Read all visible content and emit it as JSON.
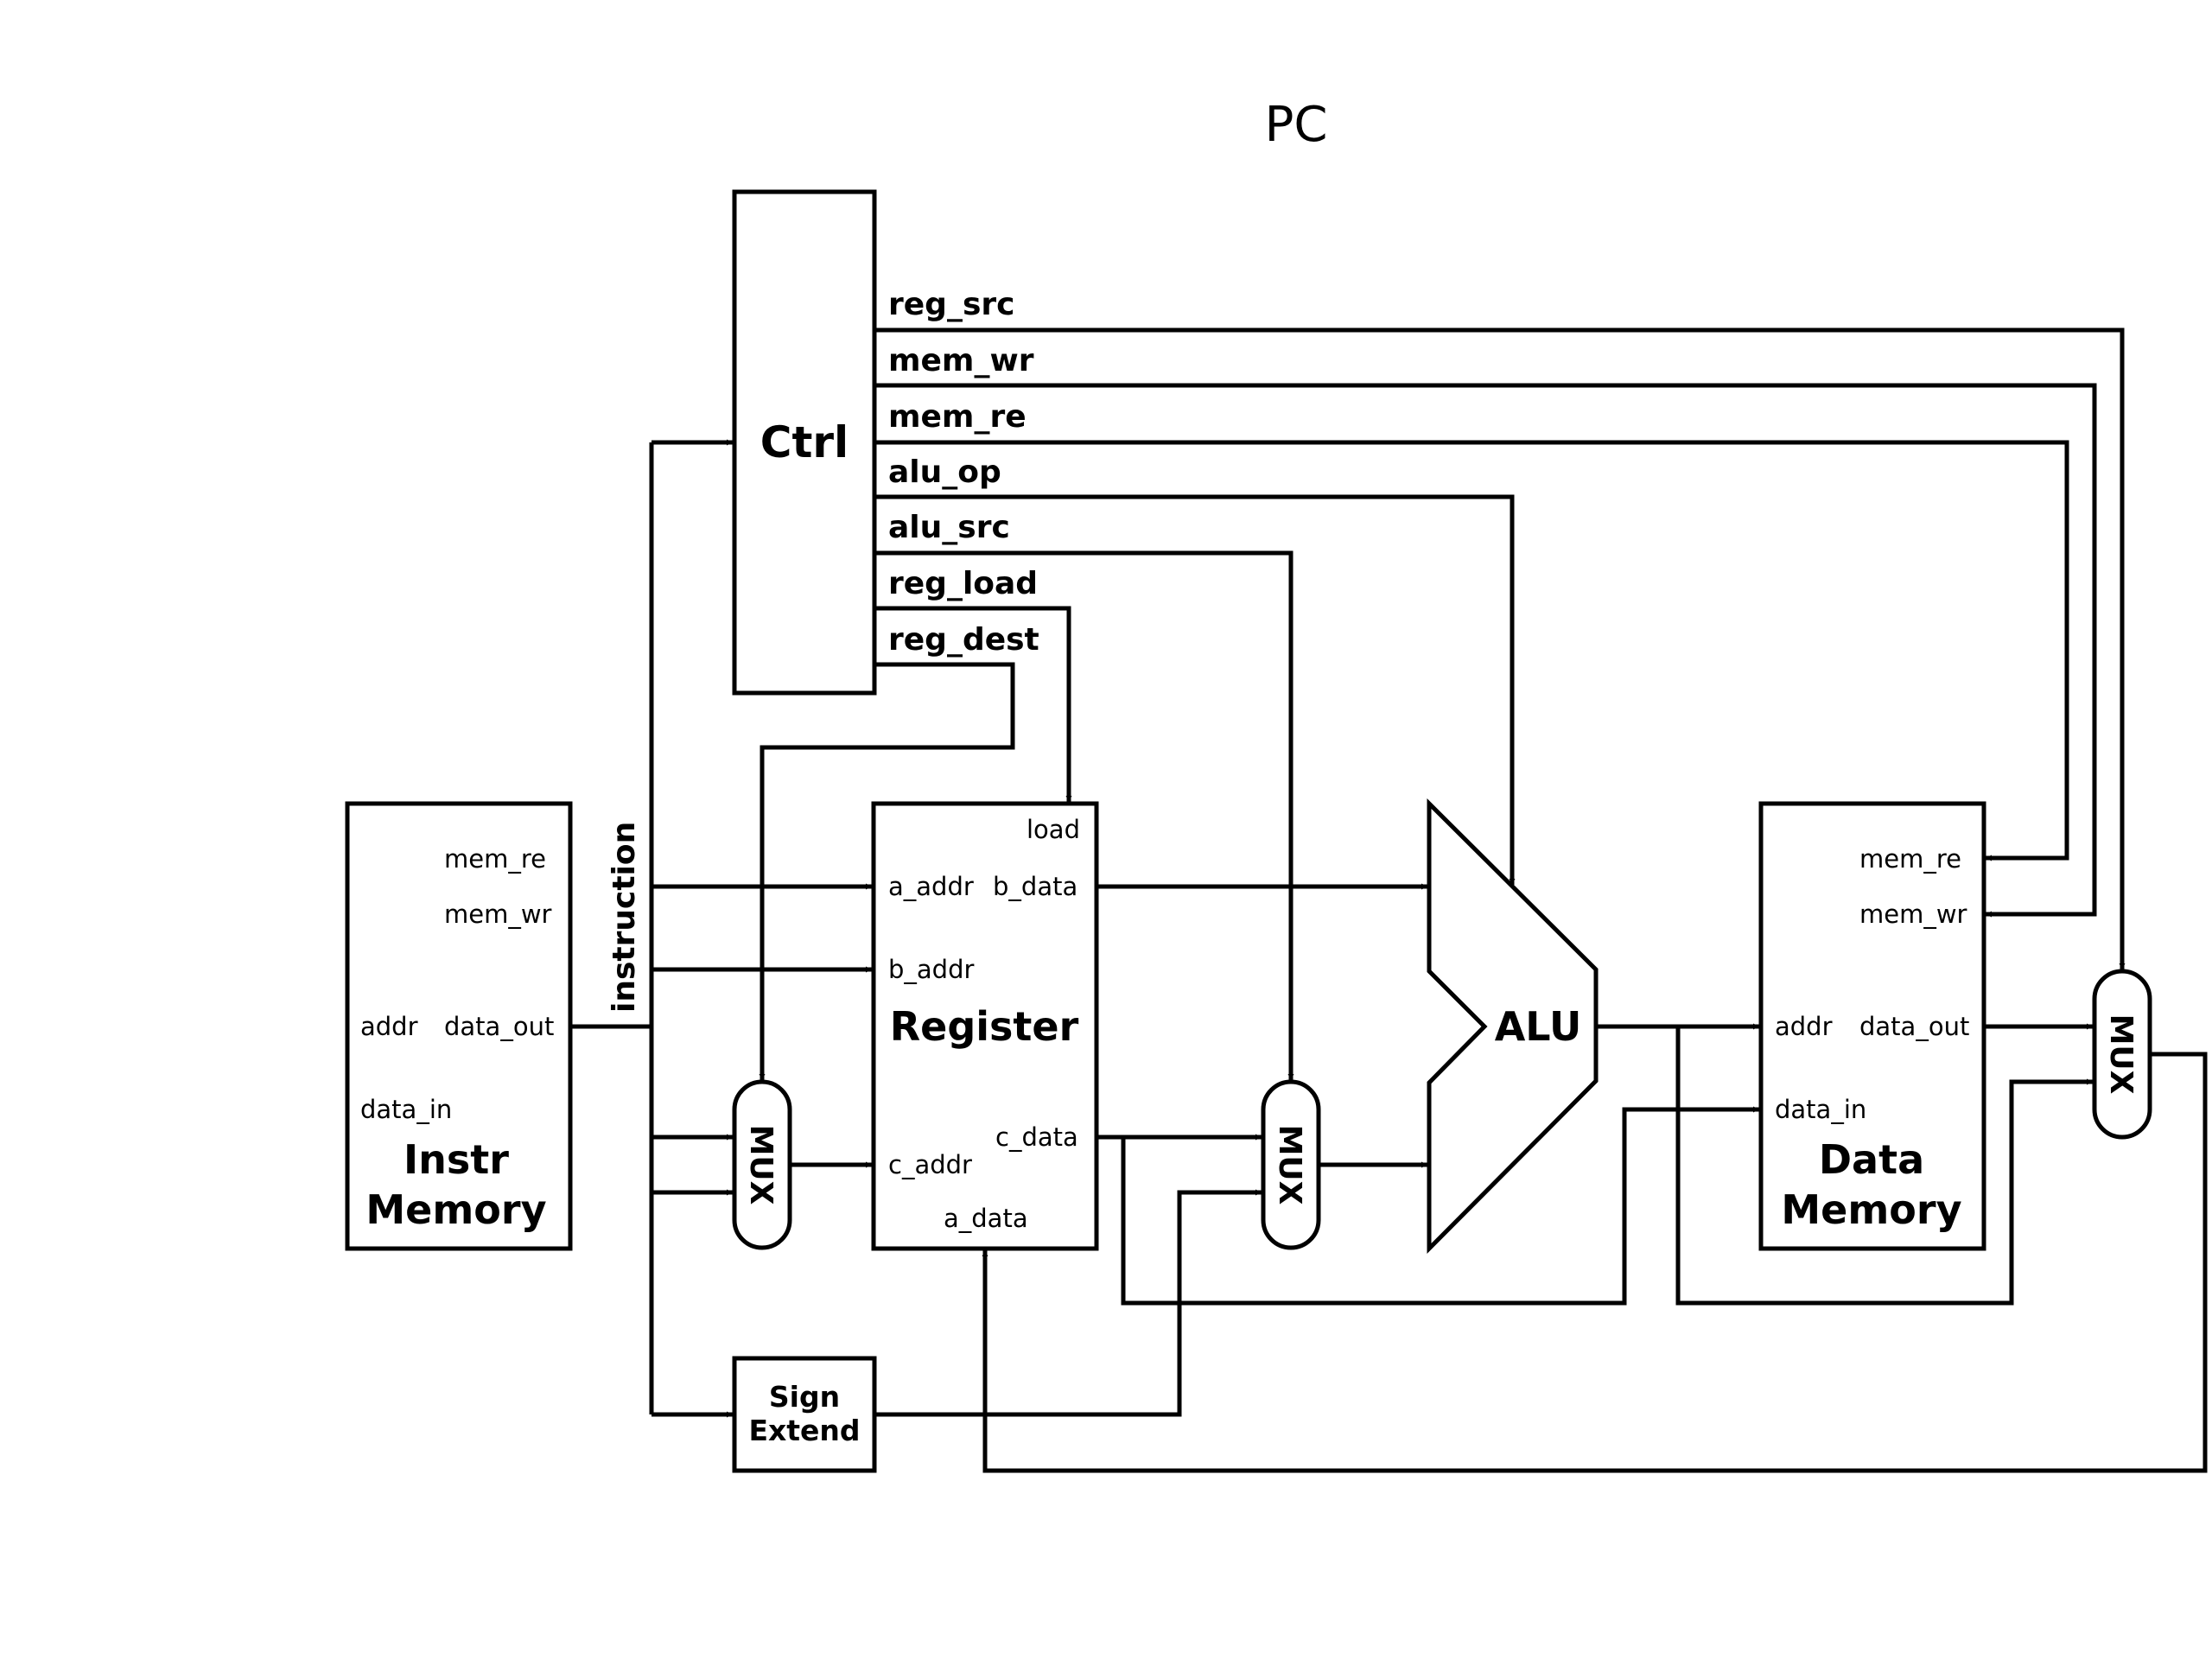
{
  "title": "PC",
  "blocks": {
    "ctrl": "Ctrl",
    "instr_memory": {
      "line1": "Instr",
      "line2": "Memory"
    },
    "register": "Register",
    "alu": "ALU",
    "data_memory": {
      "line1": "Data",
      "line2": "Memory"
    },
    "sign_extend": {
      "line1": "Sign",
      "line2": "Extend"
    },
    "mux": "MUX"
  },
  "signals": {
    "reg_src": "reg_src",
    "mem_wr": "mem_wr",
    "mem_re": "mem_re",
    "alu_op": "alu_op",
    "alu_src": "alu_src",
    "reg_load": "reg_load",
    "reg_dest": "reg_dest",
    "instruction": "instruction"
  },
  "ports": {
    "mem_re": "mem_re",
    "mem_wr": "mem_wr",
    "addr": "addr",
    "data_out": "data_out",
    "data_in": "data_in",
    "load": "load",
    "a_addr": "a_addr",
    "b_data": "b_data",
    "b_addr": "b_addr",
    "c_data": "c_data",
    "c_addr": "c_addr",
    "a_data": "a_data"
  }
}
